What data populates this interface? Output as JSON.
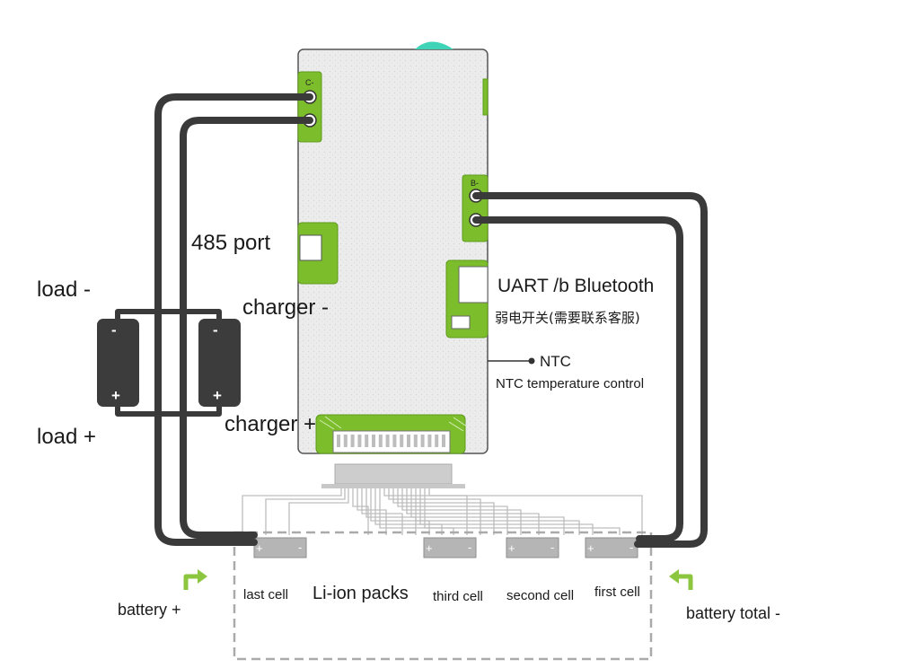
{
  "labels": {
    "port_485": "485 port",
    "load_minus": "load -",
    "load_plus": "load +",
    "charger_minus": "charger -",
    "charger_plus": "charger +",
    "uart": "UART /b Bluetooth",
    "cjk_note": "弱电开关(需要联系客服)",
    "ntc": "NTC",
    "ntc_desc": "NTC temperature control",
    "battery_plus": "battery +",
    "battery_total_minus": "battery total -",
    "li_ion_packs": "Li-ion packs",
    "last_cell": "last cell",
    "third_cell": "third cell",
    "second_cell": "second cell",
    "first_cell": "first cell"
  },
  "board_marks": {
    "c_minus": "C-",
    "b_minus": "B-"
  },
  "cell_symbols": {
    "plus": "+",
    "minus": "-"
  },
  "colors": {
    "wire": "#3a3a3a",
    "pcb": "#e9e9e9",
    "pad_green": "#7cbd2b",
    "arrow_green": "#8cc63f",
    "cell_gray": "#b5b5b5",
    "pack_outline": "#aaaaaa",
    "load_battery": "#3c3c3c"
  }
}
